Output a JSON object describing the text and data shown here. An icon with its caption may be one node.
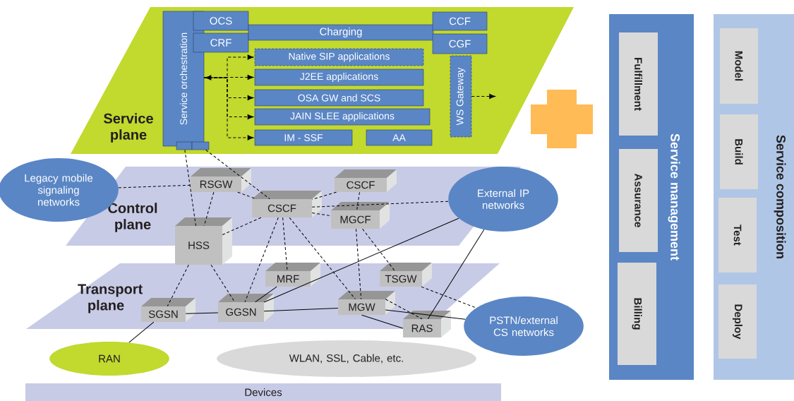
{
  "diagram": {
    "nodes": [
      {
        "text": [
          "Service plane"
        ]
      },
      {
        "text": [
          "Service orchestration"
        ],
        "in": 0
      },
      {
        "text": [
          "OCS"
        ],
        "in": 0
      },
      {
        "text": [
          "CRF"
        ],
        "in": 0
      },
      {
        "text": [
          "Charging"
        ],
        "in": 0
      },
      {
        "text": [
          "CCF"
        ],
        "in": 0
      },
      {
        "text": [
          "CGF"
        ],
        "in": 0
      },
      {
        "text": [
          "Native SIP applications"
        ],
        "in": 0
      },
      {
        "text": [
          "J2EE applications"
        ],
        "in": 0
      },
      {
        "text": [
          "OSA GW and SCS"
        ],
        "in": 0
      },
      {
        "text": [
          "JAIN SLEE applications"
        ],
        "in": 0
      },
      {
        "text": [
          "IM - SSF"
        ],
        "in": 0
      },
      {
        "text": [
          "AA"
        ],
        "in": 0
      },
      {
        "text": [
          "WS Gateway"
        ],
        "in": 0
      },
      {
        "text": [],
        "shape": "box",
        "in": 0
      },
      {
        "text": [],
        "shape": "box",
        "in": 0
      },
      {
        "text": [
          "Control plane"
        ]
      },
      {
        "text": [
          "Transport plane"
        ]
      },
      {
        "text": [
          "Legacy mobile signaling networks"
        ]
      },
      {
        "text": [
          "RSGW"
        ],
        "in": 16
      },
      {
        "text": [
          "CSCF"
        ],
        "in": 16
      },
      {
        "text": [
          "CSCF"
        ],
        "in": 16
      },
      {
        "text": [
          "MGCF"
        ],
        "in": 16
      },
      {
        "text": [
          "External IP networks"
        ]
      },
      {
        "text": [
          "HSS"
        ]
      },
      {
        "text": [
          "MRF"
        ],
        "in": 17
      },
      {
        "text": [
          "TSGW"
        ],
        "in": 17
      },
      {
        "text": [
          "SGSN"
        ],
        "in": 17
      },
      {
        "text": [
          "GGSN"
        ],
        "in": 17
      },
      {
        "text": [
          "MGW"
        ],
        "in": 17
      },
      {
        "text": [
          "RAS"
        ]
      },
      {
        "text": [
          "PSTN/external CS networks"
        ]
      },
      {
        "text": [
          "RAN"
        ]
      },
      {
        "text": [
          "WLAN, SSL, Cable, etc."
        ]
      },
      {
        "text": [
          "Devices"
        ]
      },
      {
        "text": [
          "Service management"
        ]
      },
      {
        "text": [
          "Fulfillment"
        ],
        "in": 35
      },
      {
        "text": [
          "Assurance"
        ],
        "in": 35
      },
      {
        "text": [
          "Billing"
        ],
        "in": 35
      },
      {
        "text": [
          "Service composition"
        ]
      },
      {
        "text": [
          "Model"
        ],
        "in": 39
      },
      {
        "text": [
          "Build"
        ],
        "in": 39
      },
      {
        "text": [
          "Test"
        ],
        "in": 39
      },
      {
        "text": [
          "Deploy"
        ],
        "in": 39
      }
    ],
    "edges": [
      {
        "from": 1,
        "to": 7,
        "arrow": "to",
        "style": "dashed"
      },
      {
        "from": 1,
        "to": 8,
        "arrow": "both",
        "style": "dashed"
      },
      {
        "from": 1,
        "to": 9,
        "arrow": "to",
        "style": "dashed"
      },
      {
        "from": 1,
        "to": 10,
        "arrow": "to",
        "style": "dashed"
      },
      {
        "from": 1,
        "to": 11,
        "arrow": "to",
        "style": "dashed"
      },
      {
        "from": 13,
        "to": null,
        "arrow": "to",
        "style": "dashed"
      },
      {
        "from": 14,
        "to": 24,
        "arrow": "none",
        "style": "dashed"
      },
      {
        "from": 15,
        "to": 21,
        "arrow": "none",
        "style": "dashed"
      },
      {
        "from": 18,
        "to": 19,
        "arrow": "none",
        "style": "dashed"
      },
      {
        "from": 19,
        "to": 24,
        "arrow": "none",
        "style": "dashed"
      },
      {
        "from": 19,
        "to": 21,
        "arrow": "none",
        "style": "dashed"
      },
      {
        "from": 21,
        "to": 24,
        "arrow": "none",
        "style": "dashed"
      },
      {
        "from": 20,
        "to": 21,
        "arrow": "none",
        "style": "dashed"
      },
      {
        "from": 21,
        "to": 23,
        "arrow": "none",
        "style": "dashed"
      },
      {
        "from": 21,
        "to": 22,
        "arrow": "none",
        "style": "dashed"
      },
      {
        "from": 20,
        "to": 22,
        "arrow": "none",
        "style": "dashed"
      },
      {
        "from": 21,
        "to": 28,
        "arrow": "none",
        "style": "dashed"
      },
      {
        "from": 21,
        "to": 25,
        "arrow": "none",
        "style": "dashed"
      },
      {
        "from": 21,
        "to": 29,
        "arrow": "none",
        "style": "dashed"
      },
      {
        "from": 22,
        "to": 29,
        "arrow": "none",
        "style": "dashed"
      },
      {
        "from": 22,
        "to": 26,
        "arrow": "none",
        "style": "dashed"
      },
      {
        "from": 26,
        "to": 31,
        "arrow": "none",
        "style": "dashed"
      },
      {
        "from": 24,
        "to": 27,
        "arrow": "none",
        "style": "dashed"
      },
      {
        "from": 24,
        "to": 28,
        "arrow": "none",
        "style": "dashed"
      },
      {
        "from": 29,
        "to": 30,
        "arrow": "none",
        "style": "dashed"
      },
      {
        "from": 27,
        "to": 28,
        "arrow": "none"
      },
      {
        "from": 28,
        "to": 29,
        "arrow": "none"
      },
      {
        "from": 28,
        "to": 23,
        "arrow": "none"
      },
      {
        "from": 27,
        "to": 32,
        "arrow": "none"
      },
      {
        "from": 25,
        "to": 28,
        "arrow": "none"
      },
      {
        "from": 29,
        "to": 30,
        "arrow": "none"
      },
      {
        "from": 29,
        "to": 31,
        "arrow": "none"
      },
      {
        "from": 30,
        "to": 23,
        "arrow": "none"
      }
    ]
  }
}
